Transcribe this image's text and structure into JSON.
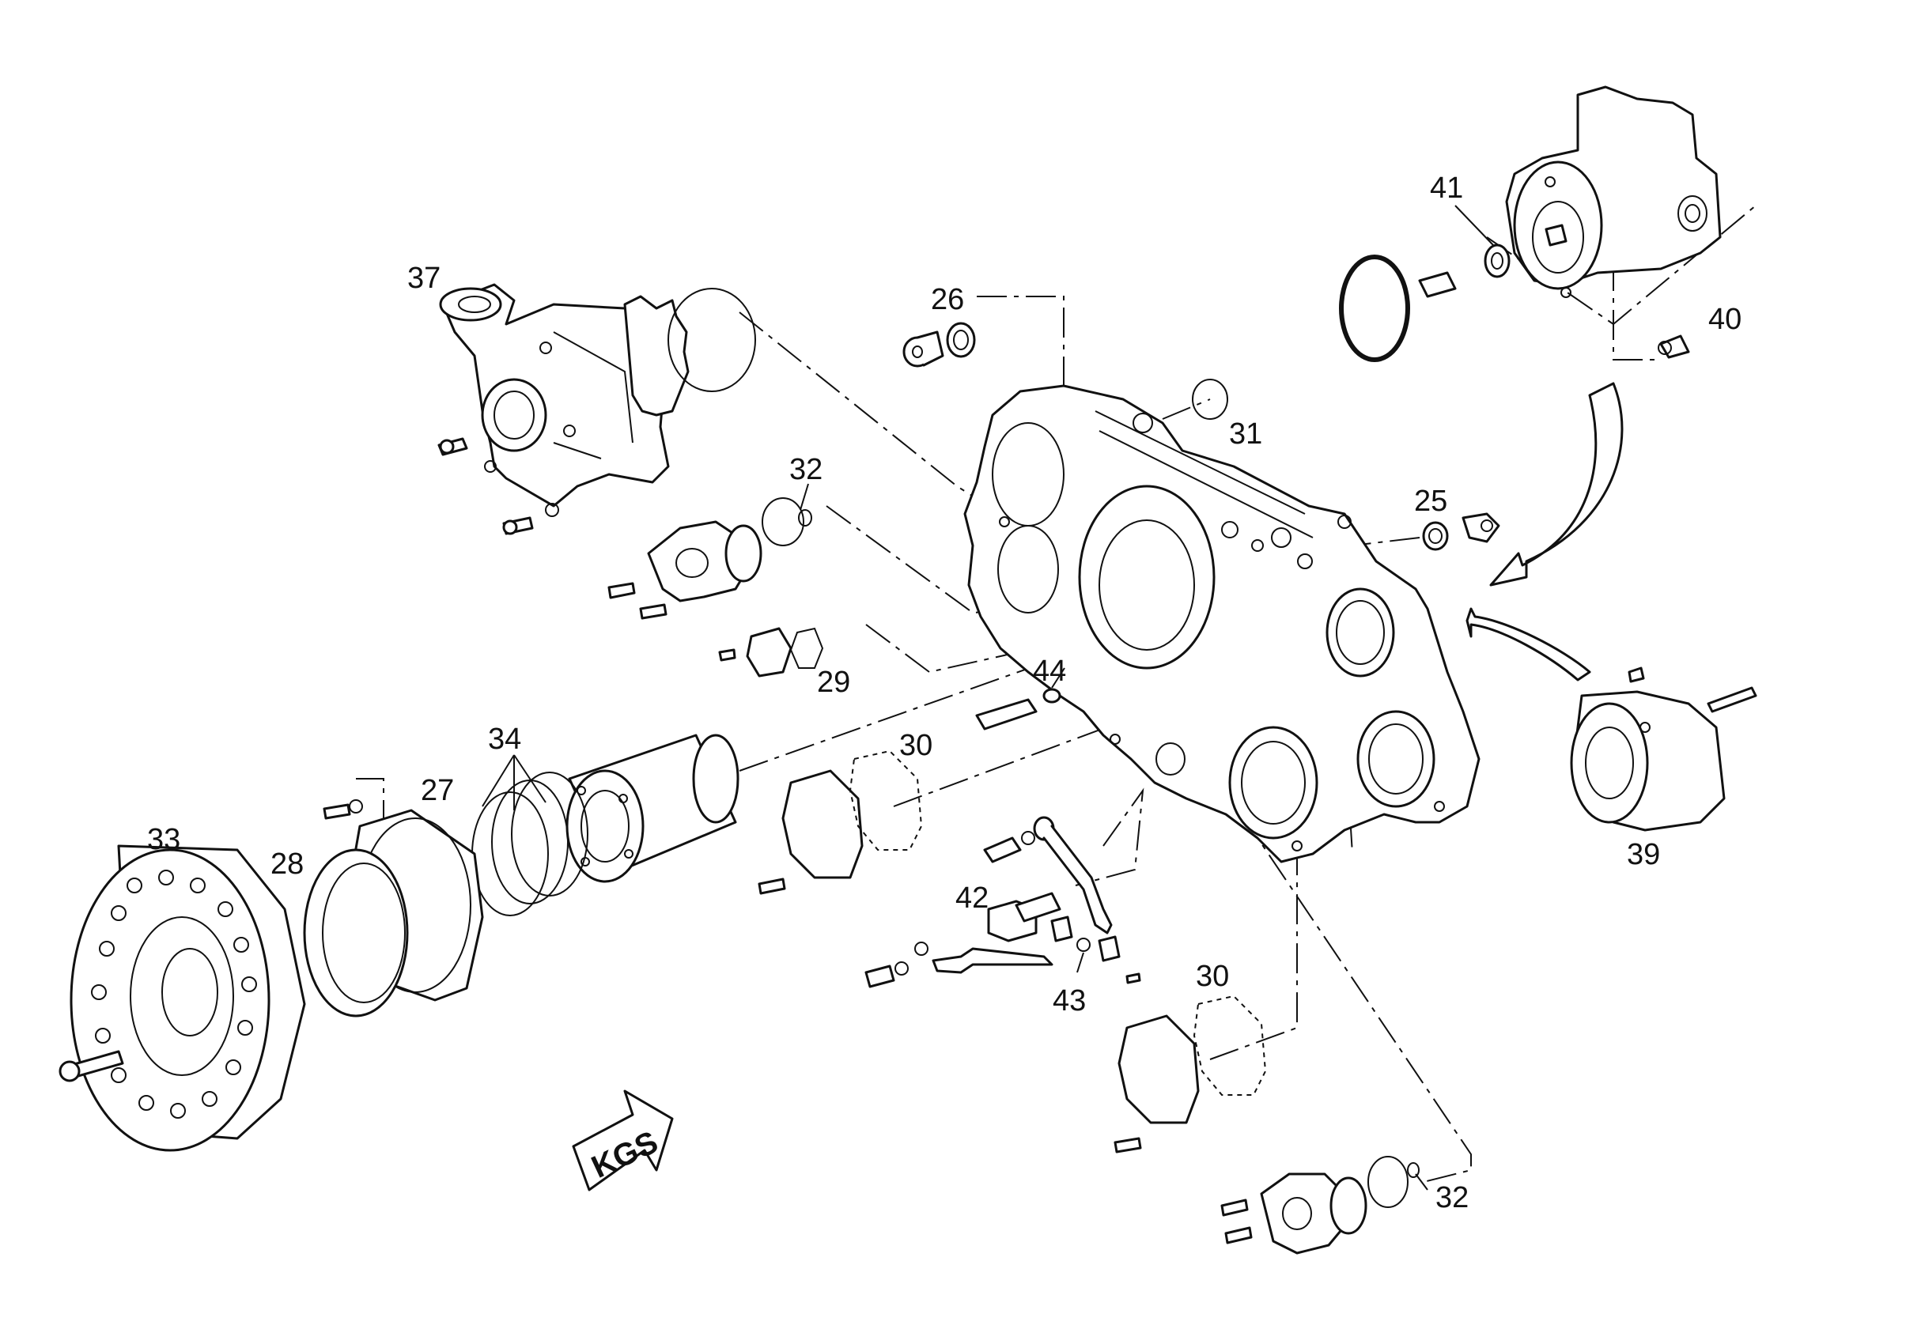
{
  "callouts": {
    "c25": "25",
    "c26": "26",
    "c27": "27",
    "c28": "28",
    "c29": "29",
    "c30a": "30",
    "c30b": "30",
    "c31": "31",
    "c32a": "32",
    "c32b": "32",
    "c33": "33",
    "c34": "34",
    "c37": "37",
    "c39": "39",
    "c40": "40",
    "c41": "41",
    "c42": "42",
    "c43": "43",
    "c44": "44"
  },
  "logo": {
    "text": "KGS"
  }
}
